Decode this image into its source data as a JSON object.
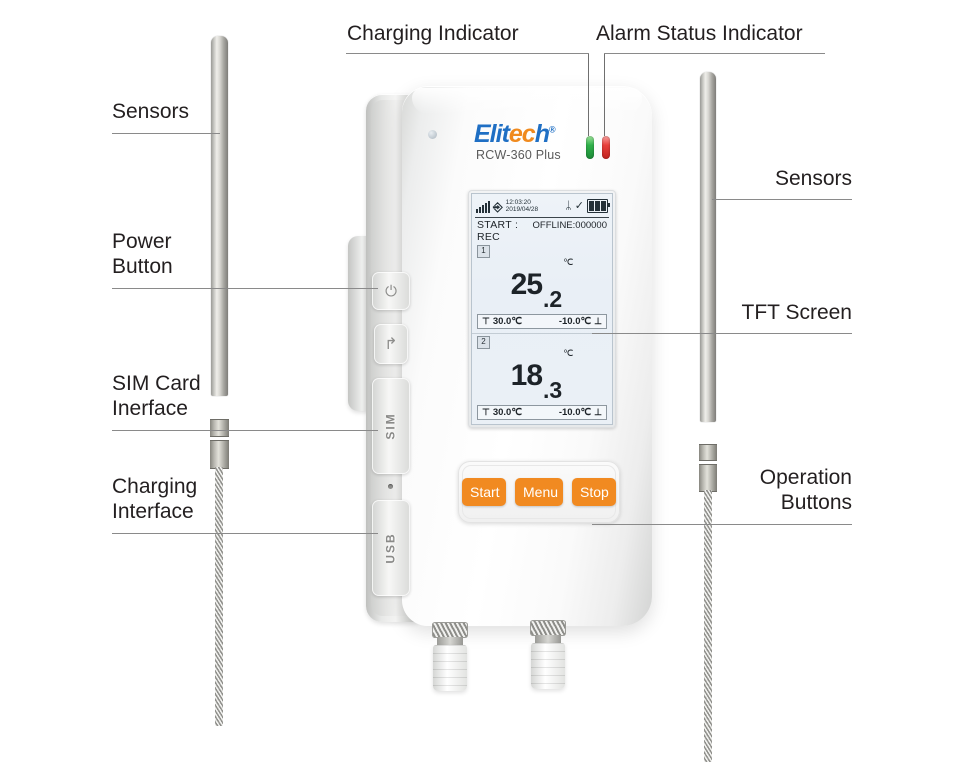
{
  "diagram": {
    "title": "Elitech RCW-360 Plus annotated product diagram",
    "callouts": {
      "charging_indicator": "Charging Indicator",
      "alarm_status_indicator": "Alarm Status Indicator",
      "sensors_left": "Sensors",
      "sensors_right": "Sensors",
      "power_button": "Power\nButton",
      "sim_card_interface": "SIM Card\nInerface",
      "charging_interface": "Charging\nInterface",
      "tft_screen": "TFT Screen",
      "operation_buttons": "Operation\nButtons"
    }
  },
  "device": {
    "brand_part1": "Elit",
    "brand_part2": "ec",
    "brand_part3": "h",
    "brand_registered": "®",
    "model": "RCW-360 Plus",
    "leds": [
      {
        "name": "charging-led",
        "color": "#2fb14a",
        "state": "green"
      },
      {
        "name": "alarm-led",
        "color": "#e8403b",
        "state": "red"
      }
    ],
    "side_keys": {
      "power_icon": "⏻",
      "reset_icon": "↱",
      "sim_label": "SIM",
      "usb_label": "USB",
      "dot": "reset-pinhole"
    }
  },
  "screen": {
    "status": {
      "signal_icon": "signal-bars-icon",
      "antenna_icon": "antenna-icon",
      "time": "12:03:20",
      "date": "2019/04/28",
      "bluetooth_icon": "ᛦ",
      "check_icon": "✓",
      "battery_icon": "battery-icon"
    },
    "rec_label": "START : REC",
    "offline_label": "OFFLINE:000000",
    "channels": [
      {
        "no": "1",
        "value_int": "25",
        "value_dec": ".2",
        "unit": "℃",
        "high_icon": "⏫",
        "high_limit": "30.0℃",
        "low_limit": "-10.0℃",
        "low_icon": "⏬"
      },
      {
        "no": "2",
        "value_int": "18",
        "value_dec": ".3",
        "unit": "℃",
        "high_icon": "⏫",
        "high_limit": "30.0℃",
        "low_limit": "-10.0℃",
        "low_icon": "⏬"
      }
    ]
  },
  "buttons": {
    "start": "Start",
    "menu": "Menu",
    "stop": "Stop",
    "accent_color": "#f18a21"
  }
}
